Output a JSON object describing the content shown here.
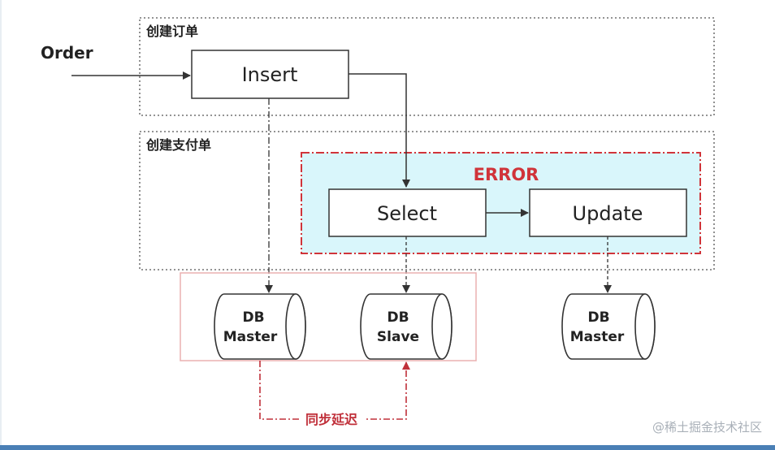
{
  "order_label": "Order",
  "group_create_order": "创建订单",
  "group_create_payment": "创建支付单",
  "error_label": "ERROR",
  "nodes": {
    "insert": "Insert",
    "select": "Select",
    "update": "Update"
  },
  "dbs": {
    "master1": {
      "line1": "DB",
      "line2": "Master"
    },
    "slave": {
      "line1": "DB",
      "line2": "Slave"
    },
    "master2": {
      "line1": "DB",
      "line2": "Master"
    }
  },
  "sync_delay_label": "同步延迟",
  "watermark": "@稀土掘金技术社区",
  "colors": {
    "error_red": "#d0343a",
    "error_fill": "#d9f6fb",
    "sync_red": "#c0303a",
    "db_box_border": "#eab0b0",
    "line": "#333333"
  }
}
